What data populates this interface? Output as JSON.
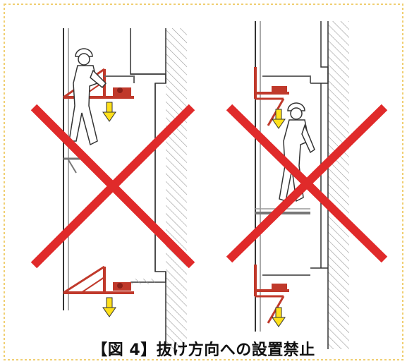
{
  "caption": "【図 4】抜け方向への設置禁止",
  "colors": {
    "border": "#f0cf72",
    "bracket": "#c0392b",
    "arrow": "#ffe01a",
    "cross": "#e02a2a",
    "wall_line": "#333333",
    "hatch": "#999999"
  },
  "panels": [
    {
      "name": "left",
      "figure_position": "upper-bracket",
      "prohibited": true
    },
    {
      "name": "right",
      "figure_position": "between-brackets",
      "prohibited": true
    }
  ],
  "icons": [
    "worker-figure",
    "bracket",
    "down-arrow",
    "prohibition-cross"
  ]
}
